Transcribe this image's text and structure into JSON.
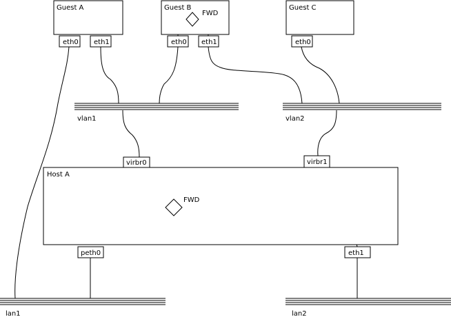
{
  "guests": {
    "guest_a": "Guest A",
    "guest_b": "Guest B",
    "guest_c": "Guest C"
  },
  "host": "Host A",
  "fwd": "FWD",
  "ports": {
    "ga_eth0": "eth0",
    "ga_eth1": "eth1",
    "gb_eth0": "eth0",
    "gb_eth1": "eth1",
    "gc_eth0": "eth0",
    "virbr0": "virbr0",
    "virbr1": "virbr1",
    "peth0": "peth0",
    "host_eth1": "eth1"
  },
  "networks": {
    "vlan1": "vlan1",
    "vlan2": "vlan2",
    "lan1": "lan1",
    "lan2": "lan2"
  },
  "colors": {
    "line": "#000000",
    "background": "#ffffff"
  }
}
